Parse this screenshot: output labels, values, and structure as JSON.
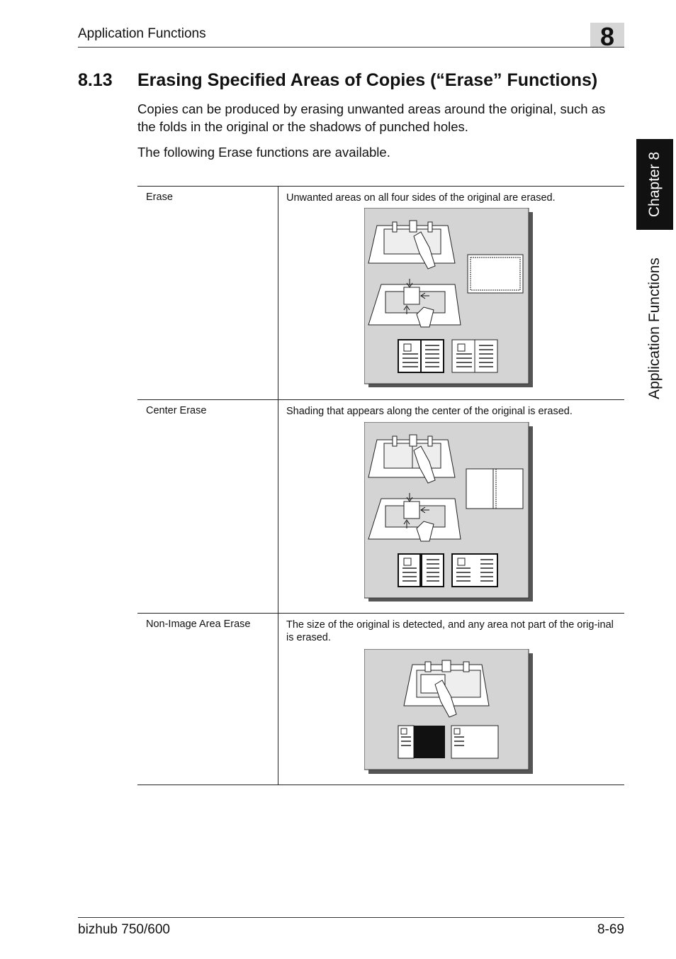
{
  "header": {
    "title": "Application Functions",
    "chapter_number": "8"
  },
  "section": {
    "number": "8.13",
    "title": "Erasing Specified Areas of Copies (“Erase” Functions)"
  },
  "intro": [
    "Copies can be produced by erasing unwanted areas around the original, such as the folds in the original or the shadows of punched holes.",
    "The following Erase functions are available."
  ],
  "side_tab": {
    "chapter_label": "Chapter 8",
    "section_label": "Application Functions"
  },
  "table": {
    "rows": [
      {
        "name": "Erase",
        "description": "Unwanted areas on all four sides of the original are erased."
      },
      {
        "name": "Center Erase",
        "description": "Shading that appears along the center of the original is erased."
      },
      {
        "name": "Non-Image Area Erase",
        "description": "The size of the original is detected, and any area not part of the orig-inal is erased."
      }
    ]
  },
  "colors": {
    "illustration_background": "#d4d4d4",
    "chapter_tab": "#111111",
    "chapter_number_box": "#d6d6d6"
  },
  "footer": {
    "model": "bizhub 750/600",
    "page": "8-69"
  }
}
